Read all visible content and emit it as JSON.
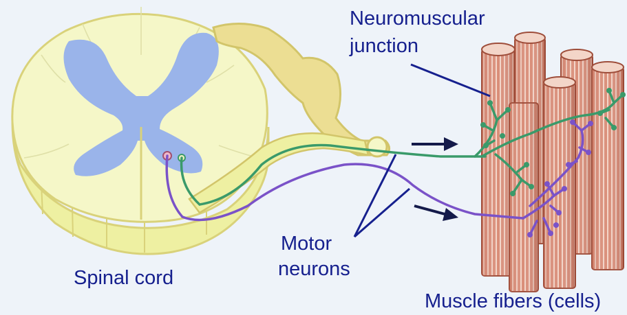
{
  "labels": {
    "neuromuscular_line1": "Neuromuscular",
    "neuromuscular_line2": "junction",
    "motor_line1": "Motor",
    "motor_line2": "neurons",
    "spinal_cord": "Spinal cord",
    "muscle_fibers": "Muscle fibers (cells)"
  },
  "colors": {
    "background": "#eef3f9",
    "label_text": "#16208e",
    "cord_white_matter": "#f5f7c8",
    "cord_outline": "#d9d27a",
    "cord_side": "#eef0a2",
    "gray_matter": "#9ab4ea",
    "root": "#ecde93",
    "neuron_green": "#3a9a6a",
    "neuron_purple": "#7a52c8",
    "muscle_fill": "#d98d78",
    "muscle_striation": "#f3d5c8",
    "muscle_outline": "#9e4d3a",
    "arrow": "#141a4a"
  }
}
